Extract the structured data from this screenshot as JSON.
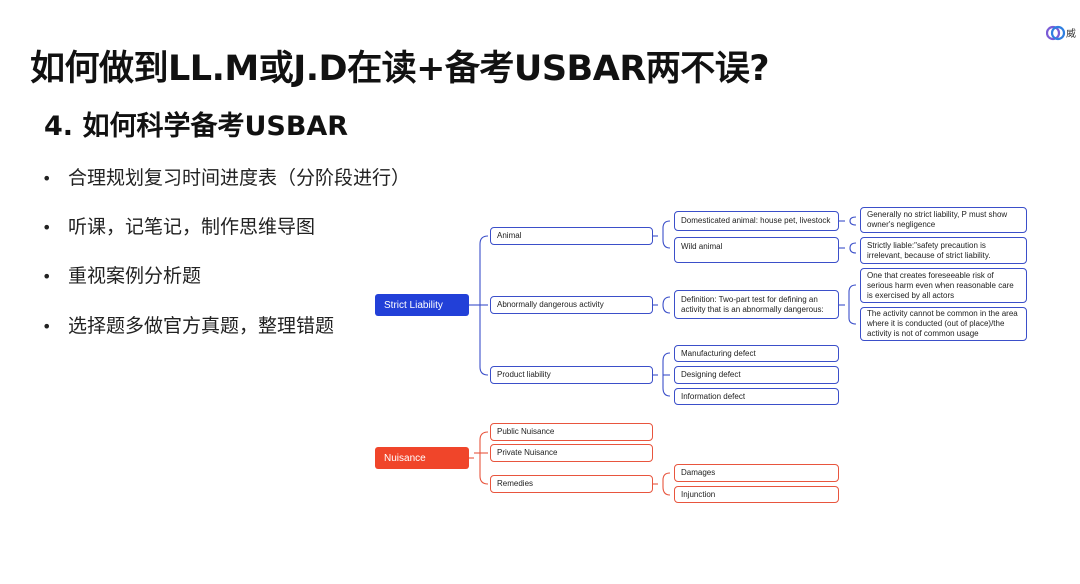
{
  "slide": {
    "title": "如何做到LL.M或J.D在读+备考USBAR两不误?",
    "subtitle": "4.  如何科学备考USBAR",
    "bullet_symbol": "•",
    "bullets": [
      "合理规划复习时间进度表（分阶段进行）",
      "听课，记笔记，制作思维导图",
      "重视案例分析题",
      "选择题多做官方真题，整理错题"
    ],
    "logo_text": "威"
  },
  "mindmap": {
    "strict": {
      "root": "Strict Liability",
      "animal": "Animal",
      "domestic": "Domesticated animal: house pet, livestock",
      "domestic_note": "Generally no strict liability, P must show owner's negligence",
      "wild": "Wild animal",
      "wild_note": "Strictly liable:\"safety precaution is irrelevant, because of strict liability.",
      "abnormal": "Abnormally dangerous activity",
      "definition": "Definition: Two-part test for defining an activity that is an abnormally dangerous:",
      "test1": "One that creates foreseeable risk of serious harm even when reasonable care is exercised by all actors",
      "test2": "The activity cannot be common in the area where it is conducted (out of place)/the activity is not of common usage",
      "product": "Product liability",
      "manufacturing": "Manufacturing defect",
      "designing": "Designing defect",
      "information": "Information defect"
    },
    "nuisance": {
      "root": "Nuisance",
      "public": "Public Nuisance",
      "private": "Private Nuisance",
      "remedies": "Remedies",
      "damages": "Damages",
      "injunction": "Injunction"
    },
    "colors": {
      "blue": "#2240d8",
      "red": "#f0452a"
    }
  }
}
